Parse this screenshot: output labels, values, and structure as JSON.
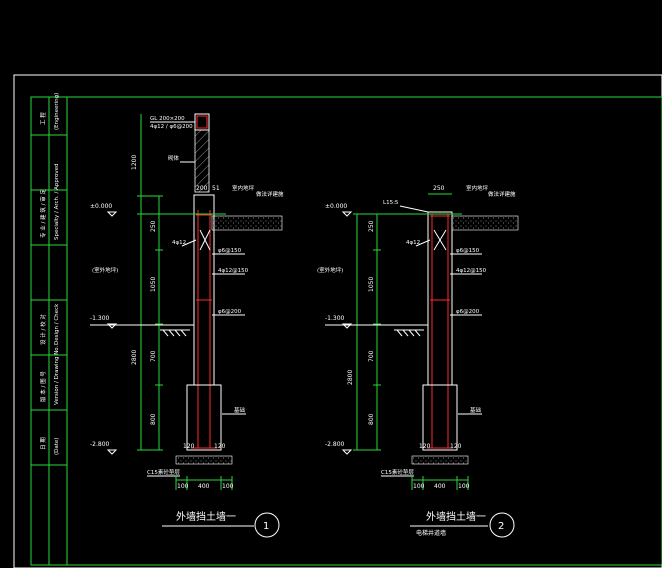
{
  "title_block": {
    "cells": [
      {
        "top": "工 程",
        "bottom": "(Engineering)"
      },
      {
        "top": "专 业 / 建 筑 / 审 定",
        "bottom": "Specialty / Arch. / Approved"
      },
      {
        "top": "设 计 / 校 对",
        "bottom": "Design / Check"
      },
      {
        "top": "版 本 / 图 号",
        "bottom": "Version / Drawing No."
      },
      {
        "top": "日 期",
        "bottom": "(Date)"
      }
    ]
  },
  "detail1": {
    "top_labels": [
      "GL 200×200",
      "4φ12 / φ6@200"
    ],
    "hatch_label": "砌体",
    "col_width": "200",
    "col_offset": "51",
    "slab_label": "室内地坪",
    "slab_note": "做法详建施",
    "levels": [
      "±0.000",
      "-1.300",
      "-2.800"
    ],
    "side_label": "(室外地坪)",
    "left_bar": "4φ12",
    "rebar_notes": [
      "φ6@150",
      "4φ12@150",
      "φ6@200"
    ],
    "footing_label": "基础",
    "pad_label": "C15素砼垫层",
    "dims_v_outer": [
      "1200",
      "2800"
    ],
    "dims_v_inner": [
      "250",
      "1050",
      "700",
      "800"
    ],
    "dims_bottom": [
      "100",
      "400",
      "100"
    ],
    "dims_base": [
      "120",
      "120"
    ],
    "title": "外墙挡土墙一",
    "number": "1"
  },
  "detail2": {
    "top_width": "250",
    "top_label": "L15:5",
    "slab_label": "室内地坪",
    "slab_note": "做法详建施",
    "levels": [
      "±0.000",
      "-1.300",
      "-2.800"
    ],
    "side_label": "(室外地坪)",
    "left_bar": "4φ12",
    "rebar_notes": [
      "φ6@150",
      "4φ12@150",
      "φ6@200"
    ],
    "footing_label": "基础",
    "pad_label": "C15素砼垫层",
    "dims_v": [
      "250",
      "1050",
      "700",
      "800"
    ],
    "dims_v_outer": [
      "2800"
    ],
    "dims_bottom": [
      "100",
      "400",
      "100"
    ],
    "dims_base": [
      "120",
      "120"
    ],
    "title": "外墙挡土墙一",
    "subtitle": "电梯井道墙",
    "number": "2"
  }
}
